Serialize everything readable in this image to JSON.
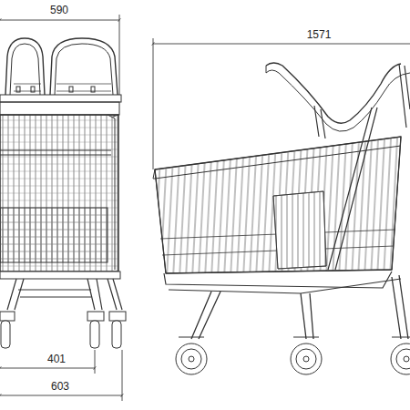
{
  "diagram": {
    "labels": [
      "590",
      "1571",
      "401",
      "603"
    ]
  }
}
